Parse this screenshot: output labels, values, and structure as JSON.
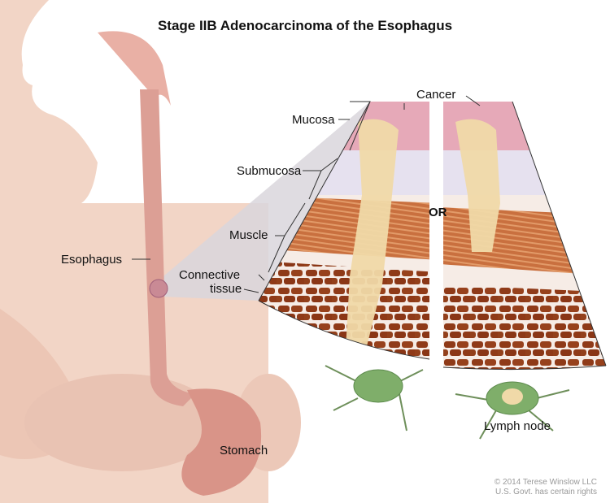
{
  "title": "Stage IIB Adenocarcinoma of the Esophagus",
  "labels": {
    "cancer": "Cancer",
    "mucosa": "Mucosa",
    "submucosa": "Submucosa",
    "muscle": "Muscle",
    "connective_line1": "Connective",
    "connective_line2": "tissue",
    "esophagus": "Esophagus",
    "or": "OR",
    "lymph_node": "Lymph node",
    "stomach": "Stomach"
  },
  "copyright": {
    "line1": "© 2014 Terese Winslow LLC",
    "line2": "U.S. Govt. has certain rights"
  },
  "colors": {
    "skin": "#f2d5c6",
    "esophagus": "#dc9f95",
    "mucosa": "#e6a9b8",
    "muscle": "#c9703f",
    "tissue": "#8f3a18",
    "cancer": "#f0d9a8",
    "lymph_node": "#7fae6a"
  }
}
